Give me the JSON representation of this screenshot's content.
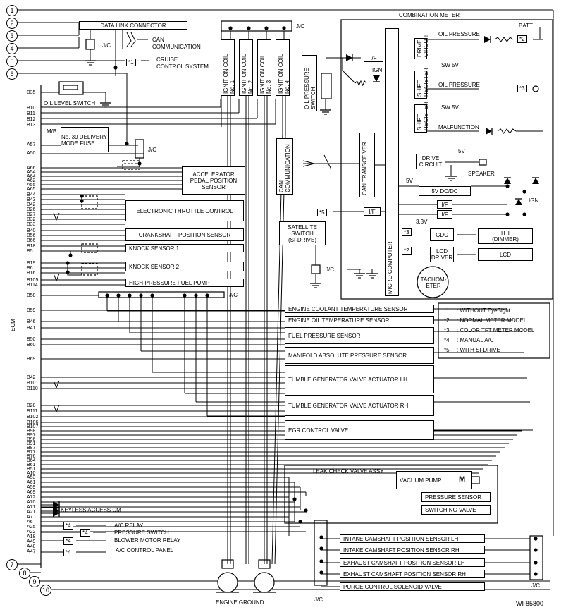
{
  "diagram_id": "WI-85800",
  "ecm_label": "ECM",
  "jc": "J/C",
  "ground_label": "ENGINE GROUND",
  "wire_numbers": [
    "1",
    "2",
    "3",
    "4",
    "5",
    "6",
    "7",
    "8",
    "9",
    "10"
  ],
  "left_pins": {
    "b35": "B35",
    "b10_group": [
      "B10",
      "B11",
      "B12",
      "B13"
    ],
    "a57": "A57",
    "a50": "A50",
    "accel": [
      "A66",
      "A54",
      "A64",
      "A62",
      "A55",
      "A65"
    ],
    "throttle": [
      "B44",
      "B43",
      "B42",
      "B26",
      "B27",
      "B32",
      "B33"
    ],
    "crank": [
      "B40",
      "B56",
      "B66"
    ],
    "knock1": [
      "B18",
      "B5"
    ],
    "knock2": [
      "B19",
      "B6",
      "B16"
    ],
    "fuel_pump": [
      "B105",
      "B114"
    ],
    "b58": "B58",
    "sensors": [
      "B59",
      "B46",
      "B41",
      "B50",
      "B60",
      "B69"
    ],
    "tgv_lh": [
      "B42",
      "B101",
      "B110"
    ],
    "tgv_rh": [
      "B28",
      "B111",
      "B102",
      "B106",
      "B107"
    ],
    "egr": [
      "B98",
      "B97",
      "B96",
      "B91",
      "B87",
      "B77",
      "B76",
      "B64",
      "B61",
      "B51",
      "A10"
    ],
    "lower": [
      "A53",
      "A61",
      "A59",
      "A69",
      "A72",
      "A70",
      "A71",
      "A21",
      "A7",
      "A6",
      "A25",
      "A22",
      "A18",
      "A49",
      "A48",
      "A47"
    ]
  },
  "top_labels": {
    "dlc": "DATA LINK CONNECTOR",
    "can": "CAN",
    "can2": "COMMUNICATION",
    "cruise": "CRUISE",
    "cruise2": "CONTROL SYSTEM",
    "combination_meter": "COMBINATION METER",
    "batt": "BATT",
    "star1": "*1",
    "star2": "*2",
    "star3": "*3",
    "star4": "*4",
    "star5": "*5"
  },
  "ignition_coils": [
    {
      "line1": "IGNITION COIL",
      "line2": "No. 1"
    },
    {
      "line1": "IGNITION COIL",
      "line2": "No. 2"
    },
    {
      "line1": "IGNITION COIL",
      "line2": "No. 3"
    },
    {
      "line1": "IGNITION COIL",
      "line2": "No. 4"
    }
  ],
  "left_components": {
    "oil_level_switch": "OIL LEVEL SWITCH",
    "mb": "M/B",
    "delivery_fuse": [
      "No. 39 DELIVERY",
      "MODE FUSE"
    ],
    "accel_sensor": [
      "ACCELERATOR",
      "PEDAL POSITION",
      "SENSOR"
    ],
    "throttle": "ELECTRONIC THROTTLE CONTROL",
    "crank": "CRANKSHAFT POSITION SENSOR",
    "knock1": "KNOCK SENSOR 1",
    "knock2": "KNOCK SENSOR 2",
    "fuel_pump": "HIGH-PRESSURE FUEL PUMP"
  },
  "meter": {
    "oil_pressure_switch": [
      "OIL PRESSURE",
      "SWITCH"
    ],
    "can_comm": [
      "CAN",
      "COMMUNICATION"
    ],
    "can_transceiver": "CAN TRANSCEIVER",
    "micro_computer": "MICRO COMPUTER",
    "if": "I/F",
    "ign": "IGN",
    "drive_circuit_v": [
      "DRIVE",
      "CIRCUIT"
    ],
    "shift_register": [
      "SHIFT",
      "REGISTER"
    ],
    "sw5v": "SW 5V",
    "oil_pressure": "OIL PRESSURE",
    "malfunction": "MALFUNCTION",
    "drive_circuit": [
      "DRIVE",
      "CIRCUIT"
    ],
    "v5": "5V",
    "speaker": "SPEAKER",
    "dcdc": "5V DC/DC",
    "v33": "3.3V",
    "gdc": "GDC",
    "lcd_driver": [
      "LCD",
      "DRIVER"
    ],
    "tft": [
      "TFT",
      "(DIMMER)"
    ],
    "lcd": "LCD",
    "tachometer": [
      "TACHOM-",
      "ETER"
    ],
    "satellite": [
      "SATELLITE",
      "SWITCH",
      "(SI-DRIVE)"
    ]
  },
  "legend": [
    {
      "key": "*1",
      "text": ": WITHOUT EyeSight"
    },
    {
      "key": "*2",
      "text": ": NORMAL METER MODEL"
    },
    {
      "key": "*3",
      "text": ": COLOR TFT METER MODEL"
    },
    {
      "key": "*4",
      "text": ": MANUAL A/C"
    },
    {
      "key": "*5",
      "text": ": WITH SI-DRIVE"
    }
  ],
  "right_components": {
    "ect": "ENGINE COOLANT TEMPERATURE SENSOR",
    "eot": "ENGINE OIL TEMPERATURE SENSOR",
    "fuel_press": "FUEL PRESSURE SENSOR",
    "map": "MANIFOLD ABSOLUTE PRESSURE SENSOR",
    "tgv_lh": "TUMBLE GENERATOR VALVE ACTUATOR LH",
    "tgv_rh": "TUMBLE GENERATOR VALVE ACTUATOR RH",
    "egr": "EGR CONTROL VALVE",
    "leak_check": "LEAK CHECK VALVE ASSY",
    "vacuum_pump": "VACUUM PUMP",
    "pressure_sensor": "PRESSURE SENSOR",
    "switching_valve": "SWITCHING VALVE",
    "cam_int_lh": "INTAKE CAMSHAFT POSITION SENSOR LH",
    "cam_int_rh": "INTAKE CAMSHAFT POSITION SENSOR RH",
    "cam_exh_lh": "EXHAUST CAMSHAFT POSITION SENSOR LH",
    "cam_exh_rh": "EXHAUST CAMSHAFT POSITION SENSOR RH",
    "purge": "PURGE CONTROL SOLENOID VALVE"
  },
  "bottom_left": {
    "keyless": "KEYLESS ACCESS CM",
    "ac_relay": "A/C RELAY",
    "pressure_switch": "PRESSURE SWITCH",
    "blower": "BLOWER MOTOR RELAY",
    "ac_panel": "A/C CONTROL PANEL"
  }
}
